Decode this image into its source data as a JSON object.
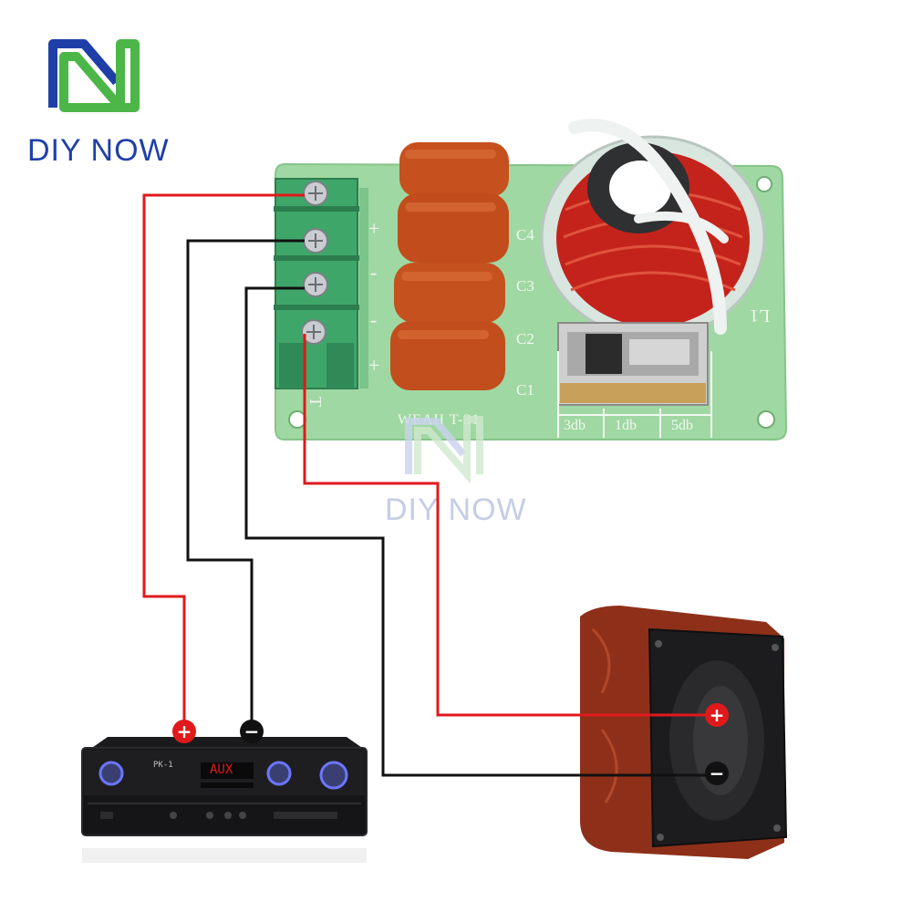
{
  "brand": {
    "name": "DIY NOW",
    "watermark": "DIY NOW",
    "colors": {
      "blue": "#1f3fa8",
      "green": "#4cb648"
    }
  },
  "board": {
    "model_label": "WEAH T-31",
    "capacitor_labels": [
      "C4",
      "C3",
      "C2",
      "C1"
    ],
    "polarity_marks": [
      "+",
      "-",
      "-",
      "+"
    ],
    "coil_label": "L1",
    "terminal_label": "T",
    "attenuation_options": [
      "3db",
      "1db",
      "5db"
    ],
    "pcb_color": "#9fd8a2"
  },
  "wiring": {
    "positive_color": "#e0191b",
    "negative_color": "#111111",
    "amplifier": {
      "positive_symbol": "+",
      "negative_symbol": "−"
    },
    "tweeter": {
      "positive_symbol": "+",
      "negative_symbol": "−"
    }
  },
  "amplifier": {
    "display_text": "AUX",
    "badge_text": "PK-1"
  }
}
